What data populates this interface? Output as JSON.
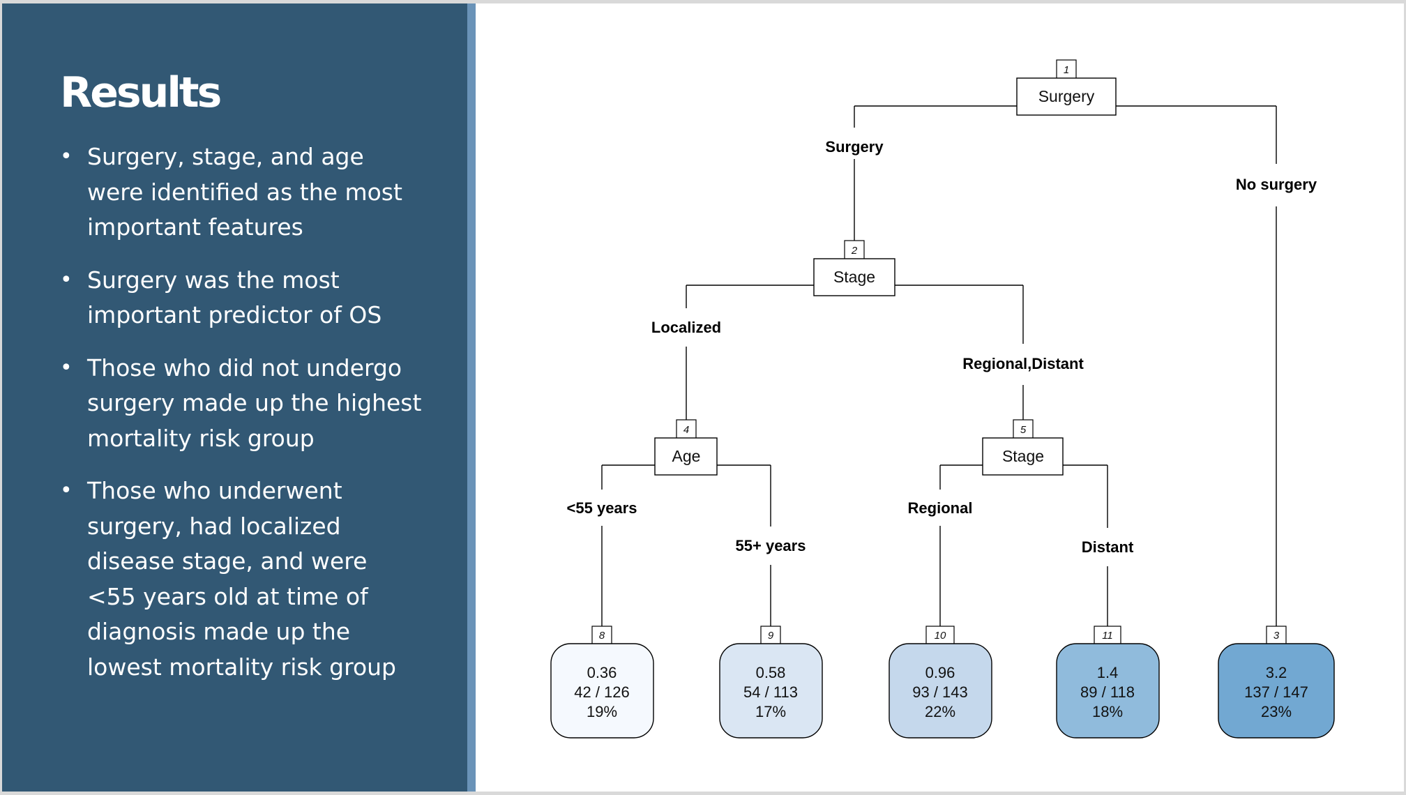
{
  "title": "Results",
  "bullets": [
    "Surgery, stage, and age were identified as the most important features",
    "Surgery was the most important predictor of OS",
    "Those who did not undergo surgery made up the highest mortality risk group",
    "Those who underwent surgery, had localized disease stage, and were <55 years old at time of diagnosis made up the lowest mortality risk group"
  ],
  "tree": {
    "nodes": [
      {
        "id": "1",
        "label": "Surgery"
      },
      {
        "id": "2",
        "label": "Stage"
      },
      {
        "id": "4",
        "label": "Age"
      },
      {
        "id": "5",
        "label": "Stage"
      }
    ],
    "edges": [
      {
        "label": "Surgery"
      },
      {
        "label": "No surgery"
      },
      {
        "label": "Localized"
      },
      {
        "label": "Regional,Distant"
      },
      {
        "label": "<55 years"
      },
      {
        "label": "55+ years"
      },
      {
        "label": "Regional"
      },
      {
        "label": "Distant"
      }
    ],
    "leaves": [
      {
        "id": "8",
        "value": "0.36",
        "count": "42 / 126",
        "pct": "19%",
        "color": "#f5f9fe"
      },
      {
        "id": "9",
        "value": "0.58",
        "count": "54 / 113",
        "pct": "17%",
        "color": "#dae6f3"
      },
      {
        "id": "10",
        "value": "0.96",
        "count": "93 / 143",
        "pct": "22%",
        "color": "#c5d8ec"
      },
      {
        "id": "11",
        "value": "1.4",
        "count": "89 / 118",
        "pct": "18%",
        "color": "#90bbdc"
      },
      {
        "id": "3",
        "value": "3.2",
        "count": "137 / 147",
        "pct": "23%",
        "color": "#72a8d2"
      }
    ]
  }
}
